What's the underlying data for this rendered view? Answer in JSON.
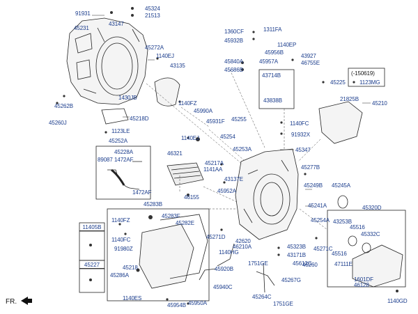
{
  "labels": [
    {
      "id": "p91931",
      "text": "91931"
    },
    {
      "id": "p45324",
      "text": "45324"
    },
    {
      "id": "p21513",
      "text": "21513"
    },
    {
      "id": "p43147",
      "text": "43147"
    },
    {
      "id": "p45231",
      "text": "45231"
    },
    {
      "id": "p45272A",
      "text": "45272A"
    },
    {
      "id": "p1140EJa",
      "text": "1140EJ"
    },
    {
      "id": "p43135",
      "text": "43135"
    },
    {
      "id": "p1430JB",
      "text": "1430JB"
    },
    {
      "id": "p45262B",
      "text": "45262B"
    },
    {
      "id": "p45218D",
      "text": "45218D"
    },
    {
      "id": "p45260J",
      "text": "45260J"
    },
    {
      "id": "p1140FZa",
      "text": "1140FZ"
    },
    {
      "id": "p45990A",
      "text": "45990A"
    },
    {
      "id": "p1123LE",
      "text": "1123LE"
    },
    {
      "id": "p45252A",
      "text": "45252A"
    },
    {
      "id": "p45931F",
      "text": "45931F"
    },
    {
      "id": "p45255",
      "text": "45255"
    },
    {
      "id": "p1140EJb",
      "text": "1140EJ"
    },
    {
      "id": "p45254",
      "text": "45254"
    },
    {
      "id": "p45253A",
      "text": "45253A"
    },
    {
      "id": "p45228A",
      "text": "45228A"
    },
    {
      "id": "p89087",
      "text": "89087"
    },
    {
      "id": "p1472AFa",
      "text": "1472AF"
    },
    {
      "id": "p46321",
      "text": "46321"
    },
    {
      "id": "p45217A",
      "text": "45217A"
    },
    {
      "id": "p1141AA",
      "text": "1141AA"
    },
    {
      "id": "p43137E",
      "text": "43137E"
    },
    {
      "id": "p1472AFb",
      "text": "1472AF"
    },
    {
      "id": "p46155",
      "text": "46155"
    },
    {
      "id": "p1360CF",
      "text": "1360CF"
    },
    {
      "id": "p1311FA",
      "text": "1311FA"
    },
    {
      "id": "p45932B",
      "text": "45932B"
    },
    {
      "id": "p1140EP",
      "text": "1140EP"
    },
    {
      "id": "p45956B",
      "text": "45956B"
    },
    {
      "id": "p43927",
      "text": "43927"
    },
    {
      "id": "p45840A",
      "text": "45840A"
    },
    {
      "id": "p45957A",
      "text": "45957A"
    },
    {
      "id": "p46755E",
      "text": "46755E"
    },
    {
      "id": "p45686B",
      "text": "45686B"
    },
    {
      "id": "p43714B",
      "text": "43714B"
    },
    {
      "id": "p43838B",
      "text": "43838B"
    },
    {
      "id": "p150619",
      "text": "(-150619)"
    },
    {
      "id": "p1123MG",
      "text": "1123MG"
    },
    {
      "id": "p45225",
      "text": "45225"
    },
    {
      "id": "p21825B",
      "text": "21825B"
    },
    {
      "id": "p45210",
      "text": "45210"
    },
    {
      "id": "p1140FCa",
      "text": "1140FC"
    },
    {
      "id": "p91932X",
      "text": "91932X"
    },
    {
      "id": "p45347",
      "text": "45347"
    },
    {
      "id": "p45277B",
      "text": "45277B"
    },
    {
      "id": "p45249B",
      "text": "45249B"
    },
    {
      "id": "p45245A",
      "text": "45245A"
    },
    {
      "id": "p45952A",
      "text": "45952A"
    },
    {
      "id": "p45241A",
      "text": "45241A"
    },
    {
      "id": "p45320D",
      "text": "45320D"
    },
    {
      "id": "p45283B",
      "text": "45283B"
    },
    {
      "id": "p1140FZb",
      "text": "1140FZ"
    },
    {
      "id": "p45283F",
      "text": "45283F"
    },
    {
      "id": "p45282E",
      "text": "45282E"
    },
    {
      "id": "p1140FCb",
      "text": "1140FC"
    },
    {
      "id": "p91980Z",
      "text": "91980Z"
    },
    {
      "id": "p45218",
      "text": "45218"
    },
    {
      "id": "p45286A",
      "text": "45286A"
    },
    {
      "id": "p1140ES",
      "text": "1140ES"
    },
    {
      "id": "p45954B",
      "text": "45954B"
    },
    {
      "id": "p45950A",
      "text": "45950A"
    },
    {
      "id": "p45940C",
      "text": "45940C"
    },
    {
      "id": "p45920B",
      "text": "45920B"
    },
    {
      "id": "p1140HG",
      "text": "1140HG"
    },
    {
      "id": "p45271D",
      "text": "45271D"
    },
    {
      "id": "p42620",
      "text": "42620"
    },
    {
      "id": "p46210A",
      "text": "46210A"
    },
    {
      "id": "p45323B",
      "text": "45323B"
    },
    {
      "id": "p43171B",
      "text": "43171B"
    },
    {
      "id": "p1751GEa",
      "text": "1751GE"
    },
    {
      "id": "p45612C",
      "text": "45612C"
    },
    {
      "id": "p45260",
      "text": "45260"
    },
    {
      "id": "p45267G",
      "text": "45267G"
    },
    {
      "id": "p45264C",
      "text": "45264C"
    },
    {
      "id": "p1751GEb",
      "text": "1751GE"
    },
    {
      "id": "p45254A",
      "text": "45254A"
    },
    {
      "id": "p45271C",
      "text": "45271C"
    },
    {
      "id": "p43253B",
      "text": "43253B"
    },
    {
      "id": "p45516a",
      "text": "45516"
    },
    {
      "id": "p45332C",
      "text": "45332C"
    },
    {
      "id": "p45516b",
      "text": "45516"
    },
    {
      "id": "p47111E",
      "text": "47111E"
    },
    {
      "id": "p1601DF",
      "text": "1601DF"
    },
    {
      "id": "p46128",
      "text": "46128"
    },
    {
      "id": "p1140GD",
      "text": "1140GD"
    }
  ],
  "boxes": [
    {
      "id": "b11405B",
      "header": "11405B"
    },
    {
      "id": "b45227",
      "header": "45227"
    }
  ],
  "front_marker": "FR."
}
